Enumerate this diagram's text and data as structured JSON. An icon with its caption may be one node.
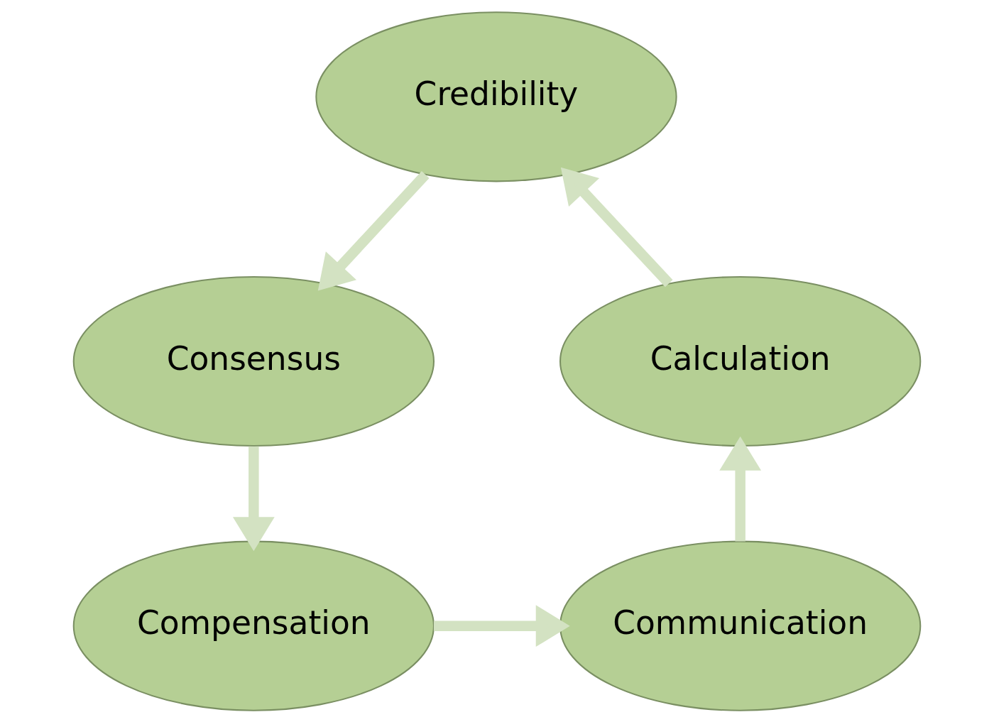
{
  "diagram": {
    "nodes": [
      {
        "text": [
          "Credibility"
        ]
      },
      {
        "text": [
          "Consensus"
        ]
      },
      {
        "text": [
          "Compensation"
        ]
      },
      {
        "text": [
          "Communication"
        ]
      },
      {
        "text": [
          "Calculation"
        ]
      }
    ],
    "edges": [
      {
        "from": 0,
        "to": 1,
        "arrow": "to"
      },
      {
        "from": 1,
        "to": 2,
        "arrow": "to"
      },
      {
        "from": 2,
        "to": 3,
        "arrow": "to"
      },
      {
        "from": 3,
        "to": 4,
        "arrow": "to"
      },
      {
        "from": 4,
        "to": 0,
        "arrow": "to"
      }
    ]
  }
}
